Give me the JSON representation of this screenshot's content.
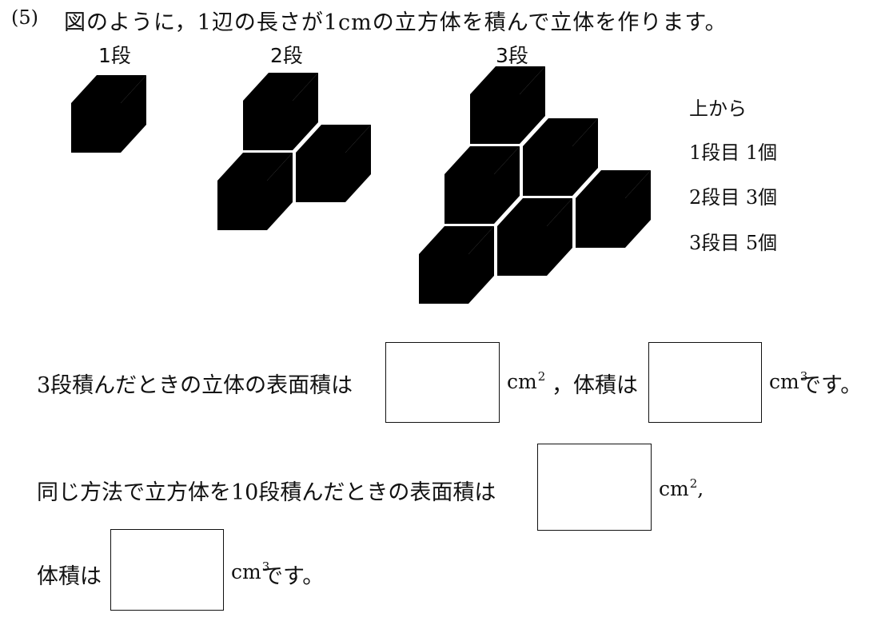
{
  "question": {
    "number": "(5)",
    "text": "図のように，1辺の長さが1cmの立方体を積んで立体を作ります。"
  },
  "figure": {
    "stage_labels": [
      "1段",
      "2段",
      "3段"
    ],
    "legend": [
      "上から",
      "1段目 1個",
      "2段目 3個",
      "3段目 5個"
    ]
  },
  "prompts": {
    "line1_prefix": "3段積んだときの立体の表面積は",
    "unit_cm2": "cm",
    "sep_volume": "，体積は",
    "unit_cm3": "cm",
    "suffix_desu": "です。",
    "line2_prefix": "同じ方法で立方体を10段積んだときの表面積は",
    "line2_tail": ",",
    "line3_prefix": "体積は",
    "exp2": "2",
    "exp3": "3"
  }
}
